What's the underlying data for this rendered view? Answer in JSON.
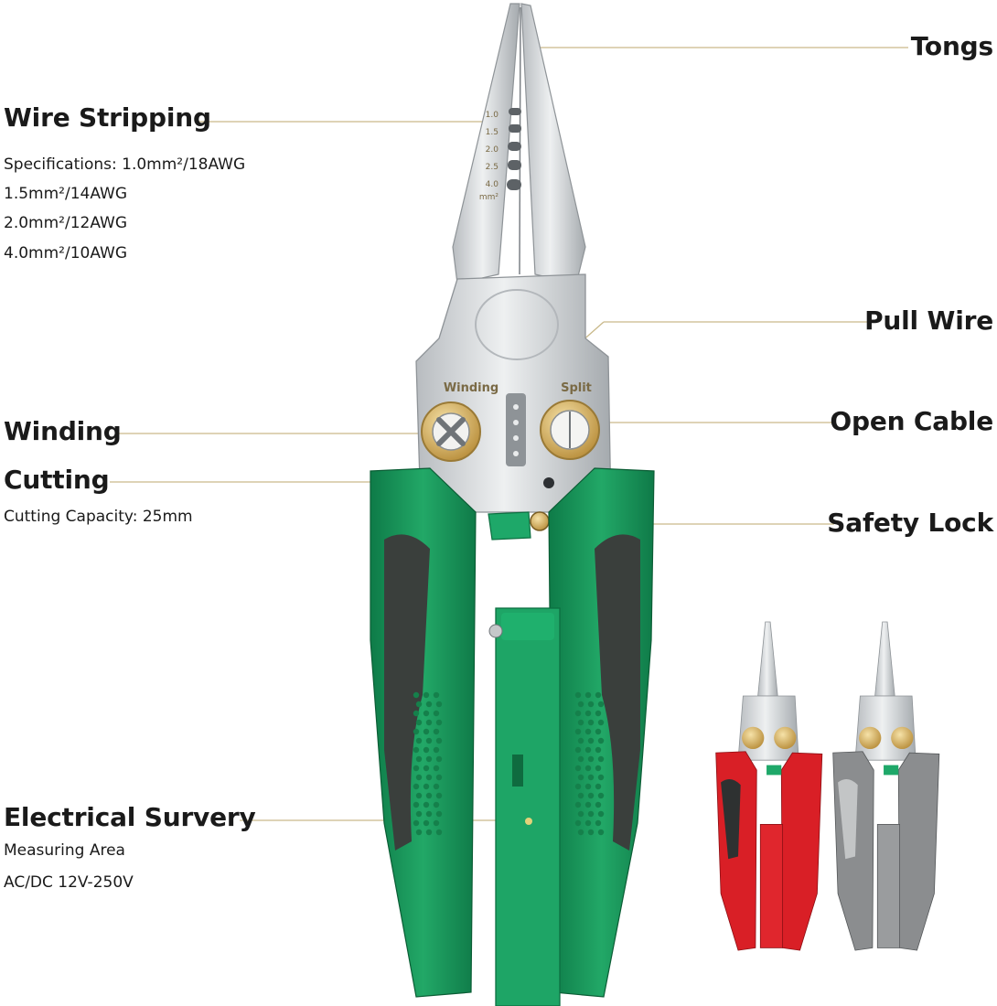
{
  "labels": {
    "tongs": "Tongs",
    "wire_stripping": "Wire Stripping",
    "wire_specs": [
      "Specifications: 1.0mm²/18AWG",
      "1.5mm²/14AWG",
      "2.0mm²/12AWG",
      "4.0mm²/10AWG"
    ],
    "pull_wire": "Pull Wire",
    "winding": "Winding",
    "open_cable": "Open Cable",
    "cutting": "Cutting",
    "cutting_capacity": "Cutting Capacity: 25mm",
    "safety_lock": "Safety Lock",
    "electrical_survey": "Electrical Survery",
    "measuring_lines": [
      "Measuring Area",
      "AC/DC 12V-250V"
    ]
  },
  "engraving": {
    "winding": "Winding",
    "split": "Split",
    "gauge_marks": [
      "1.0",
      "1.5",
      "2.0",
      "2.5",
      "4.0"
    ],
    "gauge_unit": "mm²"
  },
  "colors": {
    "handle_green": "#1e9e62",
    "handle_green_dark": "#0f7a48",
    "handle_grip": "#3a3f3c",
    "steel": "#d7d9db",
    "steel_dark": "#a9adb1",
    "brass": "#d6b46a",
    "leader_line": "#c9b98a",
    "variant_red": "#d91f26",
    "variant_gray": "#8b8d8f"
  },
  "variants": [
    {
      "name": "red-variant"
    },
    {
      "name": "gray-variant"
    }
  ]
}
